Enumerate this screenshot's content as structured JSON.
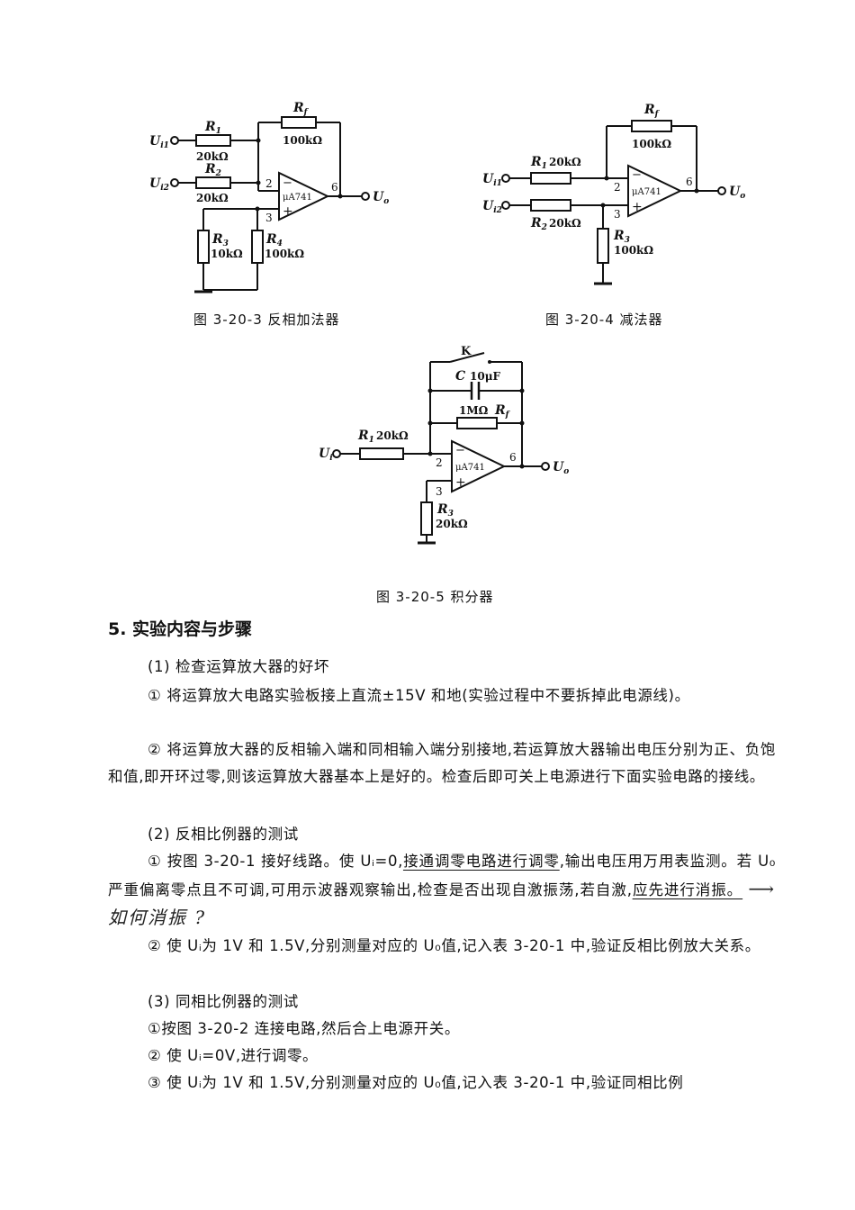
{
  "figures": {
    "fig3": {
      "caption": "图 3-20-3   反相加法器",
      "labels": {
        "ui1": "U",
        "ui1_sub": "i1",
        "ui2": "U",
        "ui2_sub": "i2",
        "r1": "R",
        "r1_sub": "1",
        "r1_val": "20kΩ",
        "r2": "R",
        "r2_sub": "2",
        "r2_val": "20kΩ",
        "rf": "R",
        "rf_sub": "f",
        "rf_val": "100kΩ",
        "r3": "R",
        "r3_sub": "3",
        "r3_val": "10kΩ",
        "r4": "R",
        "r4_sub": "4",
        "r4_val": "100kΩ",
        "pin2": "2",
        "pin3": "3",
        "pin6": "6",
        "opamp": "μA741",
        "minus": "−",
        "plus": "+",
        "uo": "U",
        "uo_sub": "o"
      }
    },
    "fig4": {
      "caption": "图 3-20-4    减法器",
      "labels": {
        "ui1": "U",
        "ui1_sub": "i1",
        "ui2": "U",
        "ui2_sub": "i2",
        "r1": "R",
        "r1_sub": "1",
        "r1_val": "20kΩ",
        "r2": "R",
        "r2_sub": "2",
        "r2_val": "20kΩ",
        "rf": "R",
        "rf_sub": "f",
        "rf_val": "100kΩ",
        "r3": "R",
        "r3_sub": "3",
        "r3_val": "100kΩ",
        "pin2": "2",
        "pin3": "3",
        "pin6": "6",
        "opamp": "μA741",
        "minus": "−",
        "plus": "+",
        "uo": "U",
        "uo_sub": "o"
      }
    },
    "fig5": {
      "caption": "图 3-20-5    积分器",
      "labels": {
        "k": "K",
        "c": "C",
        "c_val": "10μF",
        "rf": "R",
        "rf_sub": "f",
        "rf_val": "1MΩ",
        "ui": "U",
        "ui_sub": "i",
        "r1": "R",
        "r1_sub": "1",
        "r1_val": "20kΩ",
        "r3": "R",
        "r3_sub": "3",
        "r3_val": "20kΩ",
        "pin2": "2",
        "pin3": "3",
        "pin6": "6",
        "opamp": "μA741",
        "minus": "−",
        "plus": "+",
        "uo": "U",
        "uo_sub": "o"
      }
    }
  },
  "section": {
    "title": "5.  实验内容与步骤",
    "s1_head": "(1) 检查运算放大器的好坏",
    "s1_p1": "① 将运算放大电路实验板接上直流±15V 和地(实验过程中不要拆掉此电源线)。",
    "s1_p2": "② 将运算放大器的反相输入端和同相输入端分别接地,若运算放大器输出电压分别为正、负饱和值,即开环过零,则该运算放大器基本上是好的。检查后即可关上电源进行下面实验电路的接线。",
    "s2_head": "(2) 反相比例器的测试",
    "s2_p1a": "① 按图 3-20-1 接好线路。使 Uᵢ=0,",
    "s2_p1u": "接通调零电路进行调零",
    "s2_p1b": ",输出电压用万用表监测。若 U₀严重偏离零点且不可调,可用示波器观察输出,检查是否出现自激振荡,若自激,",
    "s2_p1u2": "应先进行消振。",
    "s2_note": "⟶  如何消振 ?",
    "s2_p2": "② 使 Uᵢ为 1V 和 1.5V,分别测量对应的 U₀值,记入表 3-20-1 中,验证反相比例放大关系。",
    "s3_head": "(3) 同相比例器的测试",
    "s3_p1": "①按图 3-20-2 连接电路,然后合上电源开关。",
    "s3_p2": "② 使 Uᵢ=0V,进行调零。",
    "s3_p3": "③ 使 Uᵢ为 1V 和 1.5V,分别测量对应的 U₀值,记入表 3-20-1 中,验证同相比例"
  }
}
